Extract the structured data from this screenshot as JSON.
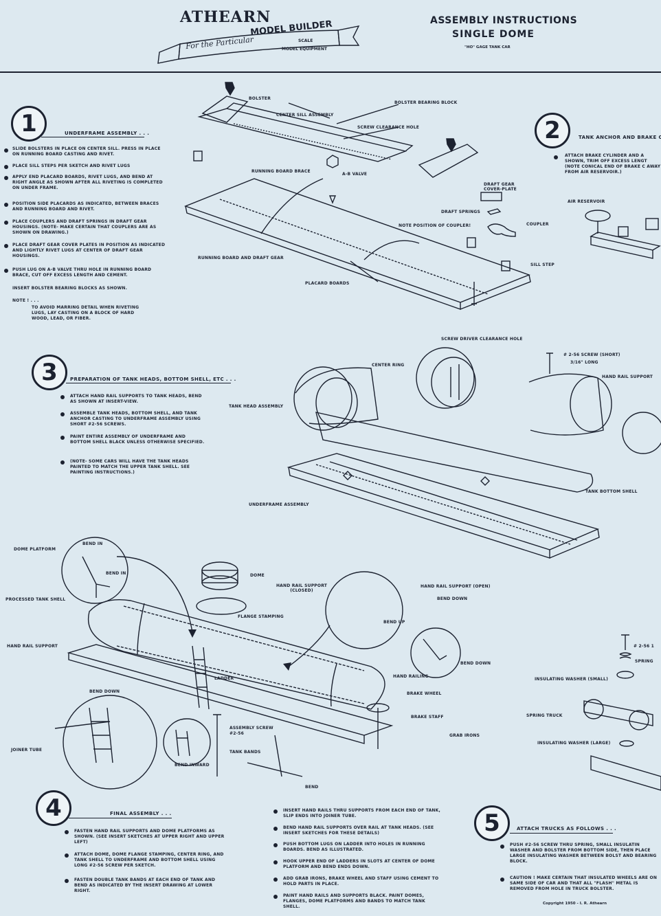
{
  "header": {
    "brand": "ATHEARN",
    "ribbon_left": "For the Particular",
    "ribbon_right": "MODEL BUILDER",
    "sub1": "SCALE",
    "sub2": "MODEL EQUIPMENT",
    "title1": "ASSEMBLY INSTRUCTIONS",
    "title2": "SINGLE DOME",
    "gauge": "\"HO\" GAGE TANK CAR"
  },
  "step1": {
    "number": "1",
    "title": "UNDERFRAME ASSEMBLY . . .",
    "items": [
      "SLIDE BOLSTERS IN PLACE ON CENTER SILL. PRESS IN PLACE ON RUNNING BOARD CASTING AND RIVET.",
      "PLACE SILL STEPS PER SKETCH AND RIVET LUGS",
      "APPLY END PLACARD BOARDS, RIVET LUGS, AND BEND AT RIGHT ANGLE AS SHOWN AFTER ALL RIVETING IS COMPLETED ON UNDER FRAME.",
      "POSITION SIDE PLACARDS AS INDICATED, BETWEEN BRACES AND RUNNING BOARD AND RIVET.",
      "PLACE COUPLERS AND DRAFT SPRINGS IN DRAFT GEAR HOUSINGS. (NOTE- MAKE CERTAIN THAT COUPLERS ARE AS SHOWN ON DRAWING.)",
      "PLACE DRAFT GEAR COVER PLATES IN POSITION AS INDICATED AND LIGHTLY RIVET LUGS AT CENTER OF DRAFT GEAR HOUSINGS.",
      "PUSH LUG ON A-B VALVE THRU HOLE IN RUNNING BOARD BRACE, CUT OFF EXCESS LENGTH AND CEMENT."
    ],
    "extra": "INSERT BOLSTER BEARING BLOCKS AS SHOWN.",
    "note_head": "NOTE ! . . .",
    "note": "TO AVOID MARRING DETAIL WHEN RIVETING LUGS, LAY CASTING ON A BLOCK OF HARD WOOD, LEAD, OR FIBER."
  },
  "labels1": {
    "bolster": "BOLSTER",
    "center_sill": "CENTER SILL ASSEMBLY",
    "bearing_block": "BOLSTER BEARING BLOCK",
    "screw_hole": "SCREW CLEARANCE HOLE",
    "rb_brace": "RUNNING BOARD BRACE",
    "ab_valve": "A-B VALVE",
    "draft_cover": "DRAFT GEAR COVER-PLATE",
    "draft_springs": "DRAFT SPRINGS",
    "note_coupler": "NOTE POSITION OF COUPLER!",
    "coupler": "COUPLER",
    "rb_draft": "RUNNING BOARD AND DRAFT GEAR",
    "sill_step": "SILL STEP",
    "placard": "PLACARD BOARDS"
  },
  "step2": {
    "number": "2",
    "title": "TANK ANCHOR AND BRAKE C",
    "text": "ATTACH BRAKE CYLINDER AND A SHOWN, TRIM OFF EXCESS LENGT (NOTE CONICAL END OF BRAKE C AWAY FROM AIR RESERVOIR.)",
    "air_reservoir": "AIR RESERVOIR"
  },
  "step3": {
    "number": "3",
    "title": "PREPARATION OF TANK HEADS, BOTTOM SHELL, ETC . . .",
    "items": [
      "ATTACH HAND RAIL SUPPORTS TO TANK HEADS, BEND AS SHOWN AT INSERT-VIEW.",
      "ASSEMBLE TANK HEADS, BOTTOM SHELL, AND TANK ANCHOR CASTING TO UNDERFRAME ASSEMBLY USING SHORT #2-56 SCREWS.",
      "PAINT ENTIRE ASSEMBLY OF UNDERFRAME AND BOTTOM SHELL BLACK UNLESS OTHERWISE SPECIFIED.",
      "(NOTE- SOME CARS WILL HAVE THE TANK HEADS PAINTED TO MATCH THE UPPER TANK SHELL. SEE PAINTING INSTRUCTIONS.)"
    ],
    "screwdriver": "SCREW DRIVER CLEARANCE HOLE",
    "screw": "# 2-56 SCREW (SHORT)",
    "screw_len": "3/16\" LONG",
    "center_ring": "CENTER RING",
    "hand_rail_support": "HAND RAIL SUPPORT",
    "tank_head": "TANK HEAD ASSEMBLY",
    "tank_bottom": "TANK BOTTOM SHELL",
    "underframe": "UNDERFRAME ASSEMBLY"
  },
  "labels4": {
    "dome_platform": "DOME PLATFORM",
    "bend_in1": "BEND IN",
    "bend_in2": "BEND IN",
    "dome": "DOME",
    "processed": "PROCESSED TANK SHELL",
    "flange": "FLANGE STAMPING",
    "hrs_closed": "HAND RAIL SUPPORT (CLOSED)",
    "hrs_open": "HAND RAIL SUPPORT (OPEN)",
    "bend_down1": "BEND DOWN",
    "bend_up": "BEND UP",
    "hand_rail_support": "HAND RAIL SUPPORT",
    "bend_down2": "BEND DOWN",
    "hand_railing": "HAND RAILING",
    "ladder": "LADDER",
    "bend_down3": "BEND DOWN",
    "brake_wheel": "BRAKE WHEEL",
    "brake_staff": "BRAKE STAFF",
    "grab_irons": "GRAB IRONS",
    "joiner": "JOINER TUBE",
    "asm_screw": "ASSEMBLY SCREW",
    "asm_screw2": "#2-56",
    "tank_bands": "TANK BANDS",
    "bend_inward": "BEND INWARD",
    "bend": "BEND"
  },
  "labels5": {
    "screw": "# 2-56 1",
    "spring": "SPRING",
    "ins_small": "INSULATING WASHER (SMALL)",
    "spring_truck": "SPRING TRUCK",
    "ins_large": "INSULATING WASHER (LARGE)"
  },
  "step4": {
    "number": "4",
    "title": "FINAL ASSEMBLY . . .",
    "items_left": [
      "FASTEN HAND RAIL SUPPORTS AND DOME PLATFORMS AS SHOWN. (SEE INSERT SKETCHES AT UPPER RIGHT AND UPPER LEFT)",
      "ATTACH DOME, DOME FLANGE STAMPING, CENTER RING, AND TANK SHELL TO UNDERFRAME AND BOTTOM SHELL USING LONG #2-56 SCREW PER SKETCH.",
      "FASTEN DOUBLE TANK BANDS AT EACH END OF TANK AND BEND AS INDICATED BY THE INSERT DRAWING AT LOWER RIGHT."
    ],
    "items_right": [
      "INSERT HAND RAILS THRU SUPPORTS FROM EACH END OF TANK, SLIP ENDS INTO JOINER TUBE.",
      "BEND HAND RAIL SUPPORTS OVER RAIL AT TANK HEADS. (SEE INSERT SKETCHES FOR THESE DETAILS)",
      "PUSH BOTTOM LUGS ON LADDER INTO HOLES IN RUNNING BOARDS. BEND AS ILLUSTRATED.",
      "HOOK UPPER END OF LADDERS IN SLOTS AT CENTER OF DOME PLATFORM AND BEND ENDS DOWN.",
      "ADD GRAB IRONS, BRAKE WHEEL AND STAFF USING CEMENT TO HOLD PARTS IN PLACE.",
      "PAINT HAND RAILS AND SUPPORTS BLACK. PAINT DOMES, FLANGES, DOME PLATFORMS AND BANDS TO MATCH TANK SHELL."
    ]
  },
  "step5": {
    "number": "5",
    "title": "ATTACH TRUCKS AS FOLLOWS . . .",
    "items": [
      "PUSH #2-56 SCREW THRU SPRING, SMALL INSULATIN WASHER AND BOLSTER FROM BOTTOM SIDE, THEN PLACE LARGE INSULATING WASHER BETWEEN BOLST AND BEARING BLOCK.",
      "CAUTION ! MAKE CERTAIN THAT INSULATED WHEELS ARE ON SAME SIDE OF CAR AND THAT ALL \"FLASH\" METAL IS REMOVED FROM HOLE IN TRUCK BOLSTER."
    ],
    "copyright": "Copyright 1950 - I. R. Athearn"
  }
}
